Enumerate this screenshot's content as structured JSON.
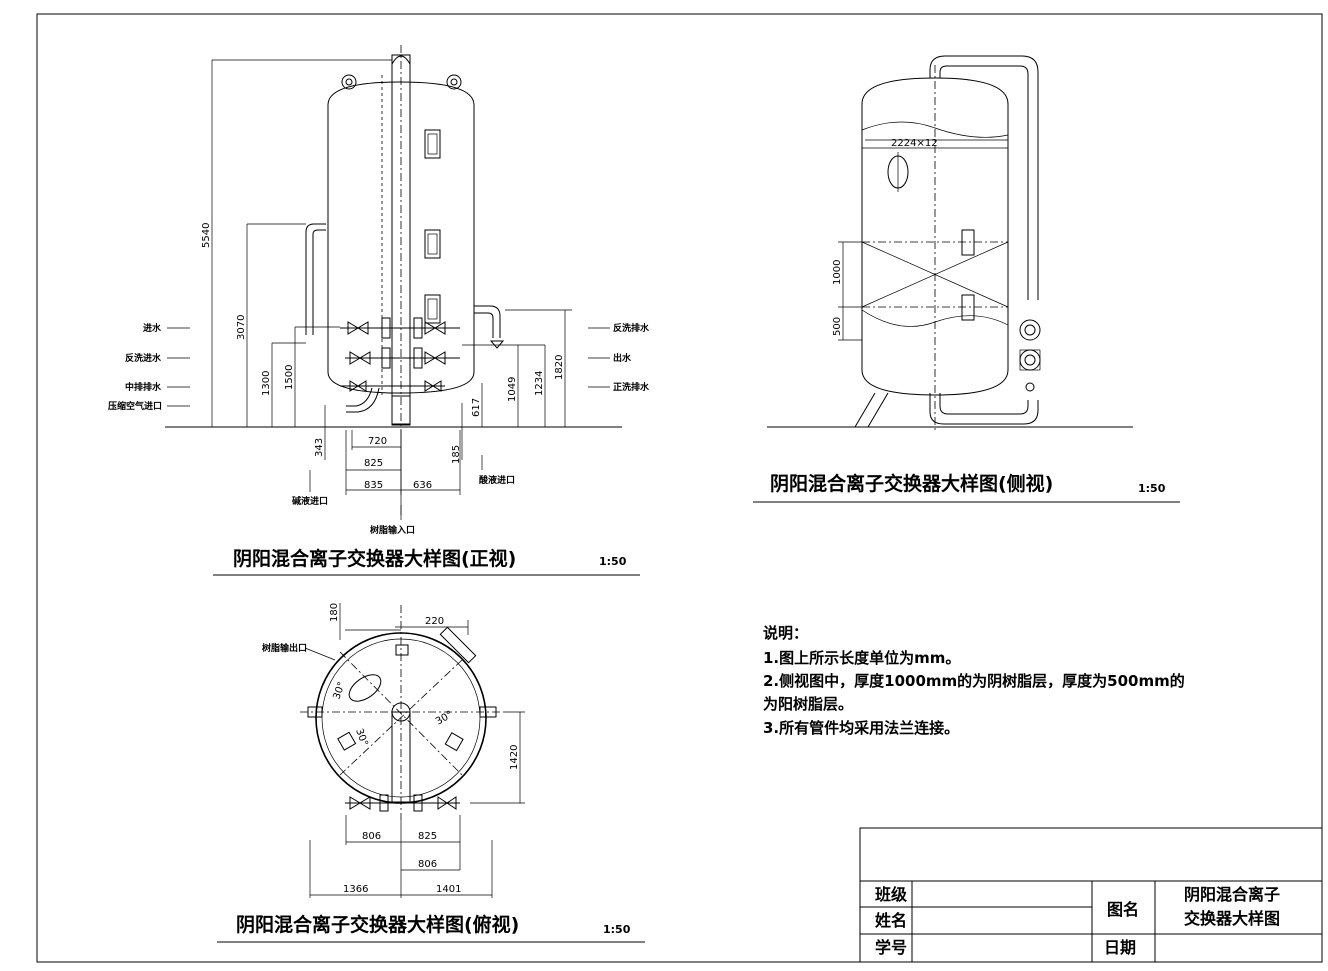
{
  "front_view": {
    "title": "阴阳混合离子交换器大样图(正视)",
    "scale": "1:50",
    "dims": {
      "h5540": "5540",
      "h3070": "3070",
      "h1300": "1300",
      "h1500": "1500",
      "h343": "343",
      "h185": "185",
      "h617": "617",
      "h1049": "1049",
      "h1234": "1234",
      "h1820": "1820",
      "w720": "720",
      "w825": "825",
      "w835": "835",
      "w636": "636"
    },
    "labels": {
      "inlet": "进水",
      "backwash_in": "反洗进水",
      "mid_drain": "中排排水",
      "air_in": "压缩空气进口",
      "backwash_out": "反洗排水",
      "outlet": "出水",
      "rinse_drain": "正洗排水",
      "alkali_in": "碱液进口",
      "acid_in": "酸液进口",
      "resin_in": "树脂输入口"
    }
  },
  "side_view": {
    "title": "阴阳混合离子交换器大样图(侧视)",
    "scale": "1:50",
    "dims": {
      "dia": "2224×12",
      "h1000": "1000",
      "h500": "500"
    }
  },
  "top_view": {
    "title": "阴阳混合离子交换器大样图(俯视)",
    "scale": "1:50",
    "dims": {
      "d180": "180",
      "d220": "220",
      "d1420": "1420",
      "d806a": "806",
      "d825": "825",
      "d806b": "806",
      "d1366": "1366",
      "d1401": "1401",
      "a30l": "30°",
      "a30m": "30°",
      "a30r": "30°"
    },
    "labels": {
      "resin_out": "树脂输出口"
    }
  },
  "notes": {
    "heading": "说明：",
    "line1": "1.图上所示长度单位为mm。",
    "line2": "2.侧视图中，厚度1000mm的为阴树脂层，厚度为500mm的",
    "line3": "为阳树脂层。",
    "line4": "3.所有管件均采用法兰连接。"
  },
  "title_block": {
    "class_label": "班级",
    "name_label": "姓名",
    "id_label": "学号",
    "drawing_name_label": "图名",
    "drawing_name_1": "阴阳混合离子",
    "drawing_name_2": "交换器大样图",
    "date_label": "日期"
  }
}
